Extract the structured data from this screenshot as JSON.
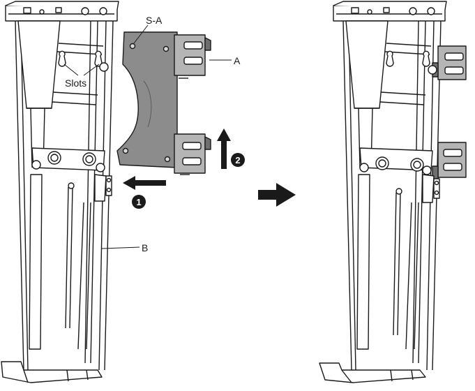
{
  "labels": {
    "slots": "Slots",
    "screw_a": "S-A",
    "part_a": "A",
    "part_b": "B"
  },
  "steps": {
    "step1": "1",
    "step2": "2"
  },
  "colors": {
    "line": "#1a1a1a",
    "bracket_fill": "#8c8c8c",
    "bracket_dark": "#6f6f6f",
    "arrow": "#1a1a1a"
  }
}
